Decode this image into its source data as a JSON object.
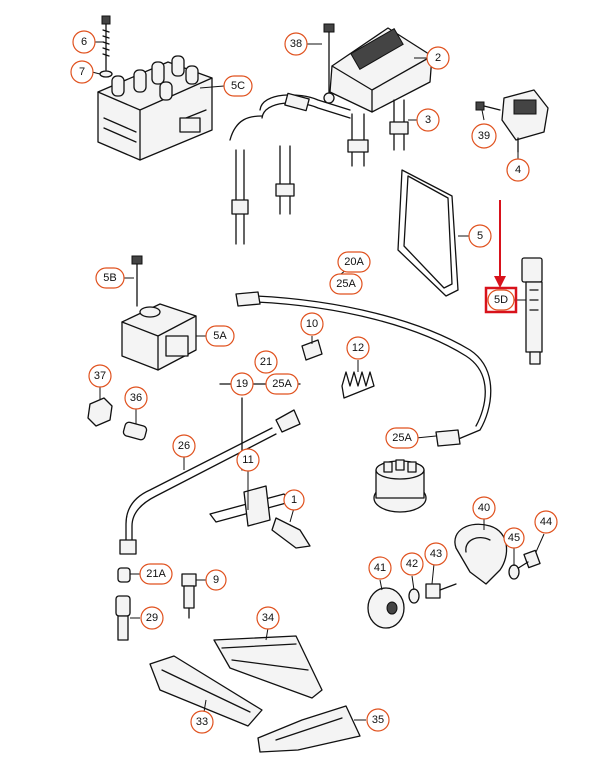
{
  "callouts": [
    {
      "id": "c6",
      "label": "6"
    },
    {
      "id": "c7",
      "label": "7"
    },
    {
      "id": "c5C",
      "label": "5C"
    },
    {
      "id": "c38",
      "label": "38"
    },
    {
      "id": "c2",
      "label": "2"
    },
    {
      "id": "c3",
      "label": "3"
    },
    {
      "id": "c39",
      "label": "39"
    },
    {
      "id": "c4",
      "label": "4"
    },
    {
      "id": "c5",
      "label": "5"
    },
    {
      "id": "c20A",
      "label": "20A"
    },
    {
      "id": "c25A_top",
      "label": "25A"
    },
    {
      "id": "c5B",
      "label": "5B"
    },
    {
      "id": "c5A",
      "label": "5A"
    },
    {
      "id": "c5D",
      "label": "5D"
    },
    {
      "id": "c10",
      "label": "10"
    },
    {
      "id": "c12",
      "label": "12"
    },
    {
      "id": "c21",
      "label": "21"
    },
    {
      "id": "c19",
      "label": "19"
    },
    {
      "id": "c25A_mid",
      "label": "25A"
    },
    {
      "id": "c37",
      "label": "37"
    },
    {
      "id": "c36",
      "label": "36"
    },
    {
      "id": "c25A_right",
      "label": "25A"
    },
    {
      "id": "c26",
      "label": "26"
    },
    {
      "id": "c11",
      "label": "11"
    },
    {
      "id": "c1",
      "label": "1"
    },
    {
      "id": "c40",
      "label": "40"
    },
    {
      "id": "c44",
      "label": "44"
    },
    {
      "id": "c45",
      "label": "45"
    },
    {
      "id": "c41",
      "label": "41"
    },
    {
      "id": "c42",
      "label": "42"
    },
    {
      "id": "c43",
      "label": "43"
    },
    {
      "id": "c21A",
      "label": "21A"
    },
    {
      "id": "c9",
      "label": "9"
    },
    {
      "id": "c29",
      "label": "29"
    },
    {
      "id": "c34",
      "label": "34"
    },
    {
      "id": "c33",
      "label": "33"
    },
    {
      "id": "c35",
      "label": "35"
    }
  ],
  "colors": {
    "badge_stroke": "#e0521f",
    "highlight": "#d8121b",
    "ink": "#111111"
  },
  "highlighted_part": "5D"
}
